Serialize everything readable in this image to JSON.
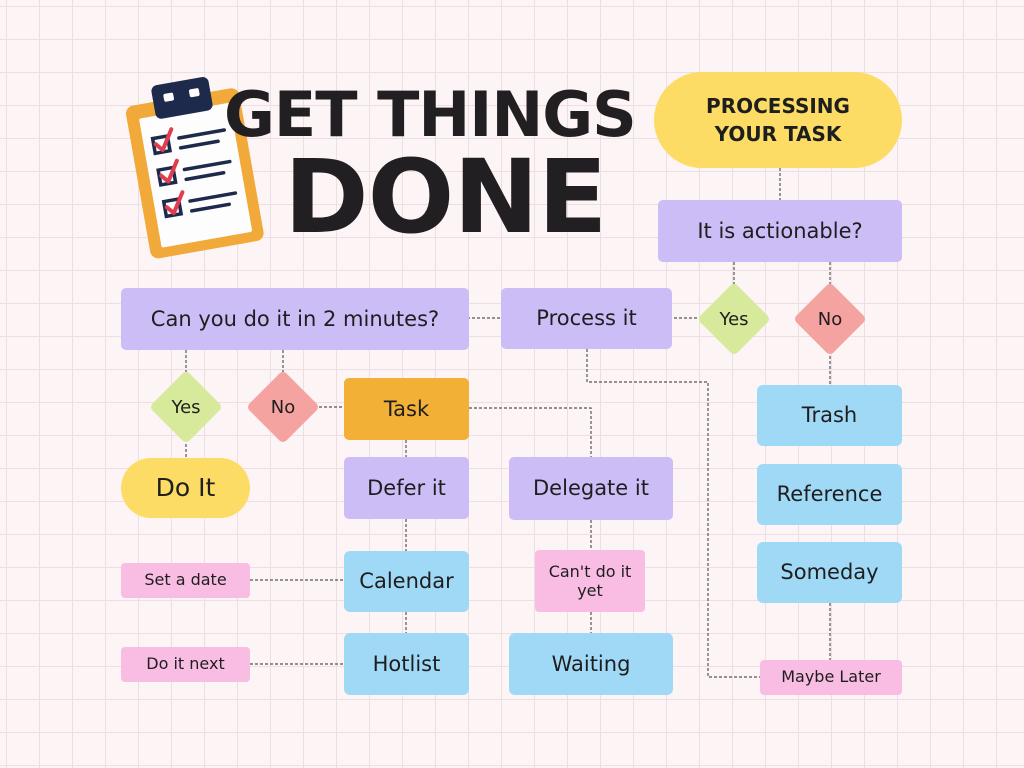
{
  "title": {
    "line1": "GET THINGS",
    "line2": "DONE"
  },
  "start": {
    "label": "PROCESSING YOUR TASK"
  },
  "questions": {
    "actionable": "It is actionable?",
    "two_minutes": "Can you do it in 2 minutes?"
  },
  "steps": {
    "process": "Process it",
    "task": "Task",
    "defer": "Defer it",
    "delegate": "Delegate it"
  },
  "decisions": {
    "yes_actionable": "Yes",
    "no_actionable": "No",
    "yes_two_min": "Yes",
    "no_two_min": "No"
  },
  "outcomes": {
    "do_it": "Do It",
    "trash": "Trash",
    "reference": "Reference",
    "someday": "Someday",
    "calendar": "Calendar",
    "hotlist": "Hotlist",
    "waiting": "Waiting"
  },
  "notes": {
    "set_a_date": "Set a date",
    "do_it_next": "Do it next",
    "cant_do_it_yet": "Can't do it yet",
    "maybe_later": "Maybe Later"
  },
  "icons": {
    "clipboard": "clipboard-checklist-icon"
  },
  "colors": {
    "background": "#fdf4f6",
    "purple": "#cdbdf7",
    "blue": "#9fd9f6",
    "pink": "#f9bde3",
    "yellow": "#fddc66",
    "orange": "#f2b036",
    "green": "#d7e99a",
    "red": "#f5a3a1"
  }
}
